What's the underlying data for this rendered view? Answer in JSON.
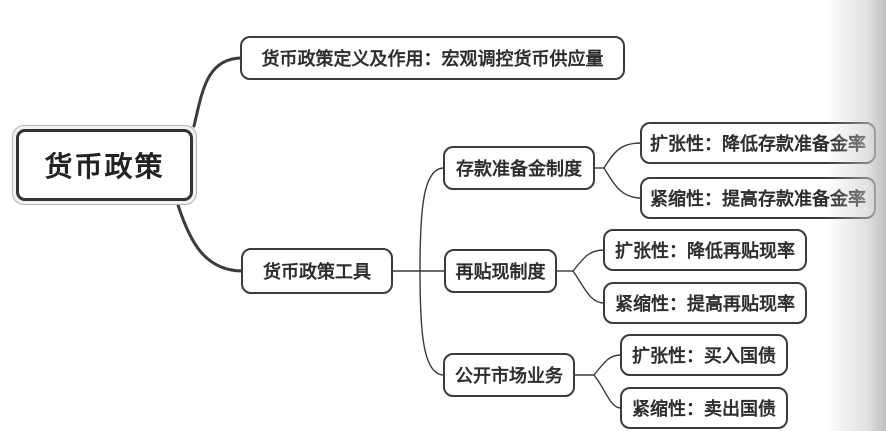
{
  "map": {
    "root": {
      "label": "货币政策"
    },
    "branches": [
      {
        "label": "货币政策定义及作用：宏观调控货币供应量",
        "children": []
      },
      {
        "label": "货币政策工具",
        "children": [
          {
            "label": "存款准备金制度",
            "children": [
              {
                "label": "扩张性：降低存款准备金率"
              },
              {
                "label": "紧缩性：提高存款准备金率"
              }
            ]
          },
          {
            "label": "再贴现制度",
            "children": [
              {
                "label": "扩张性：降低再贴现率"
              },
              {
                "label": "紧缩性：提高再贴现率"
              }
            ]
          },
          {
            "label": "公开市场业务",
            "children": [
              {
                "label": "扩张性：买入国债"
              },
              {
                "label": "紧缩性：卖出国债"
              }
            ]
          }
        ]
      }
    ],
    "colors": {
      "node_border": "#3b3b3b",
      "node_fill": "#ffffff",
      "text": "#2e2e2e",
      "connector": "#3b3b3b",
      "page_edge_shade": "#c0c0c0"
    }
  }
}
